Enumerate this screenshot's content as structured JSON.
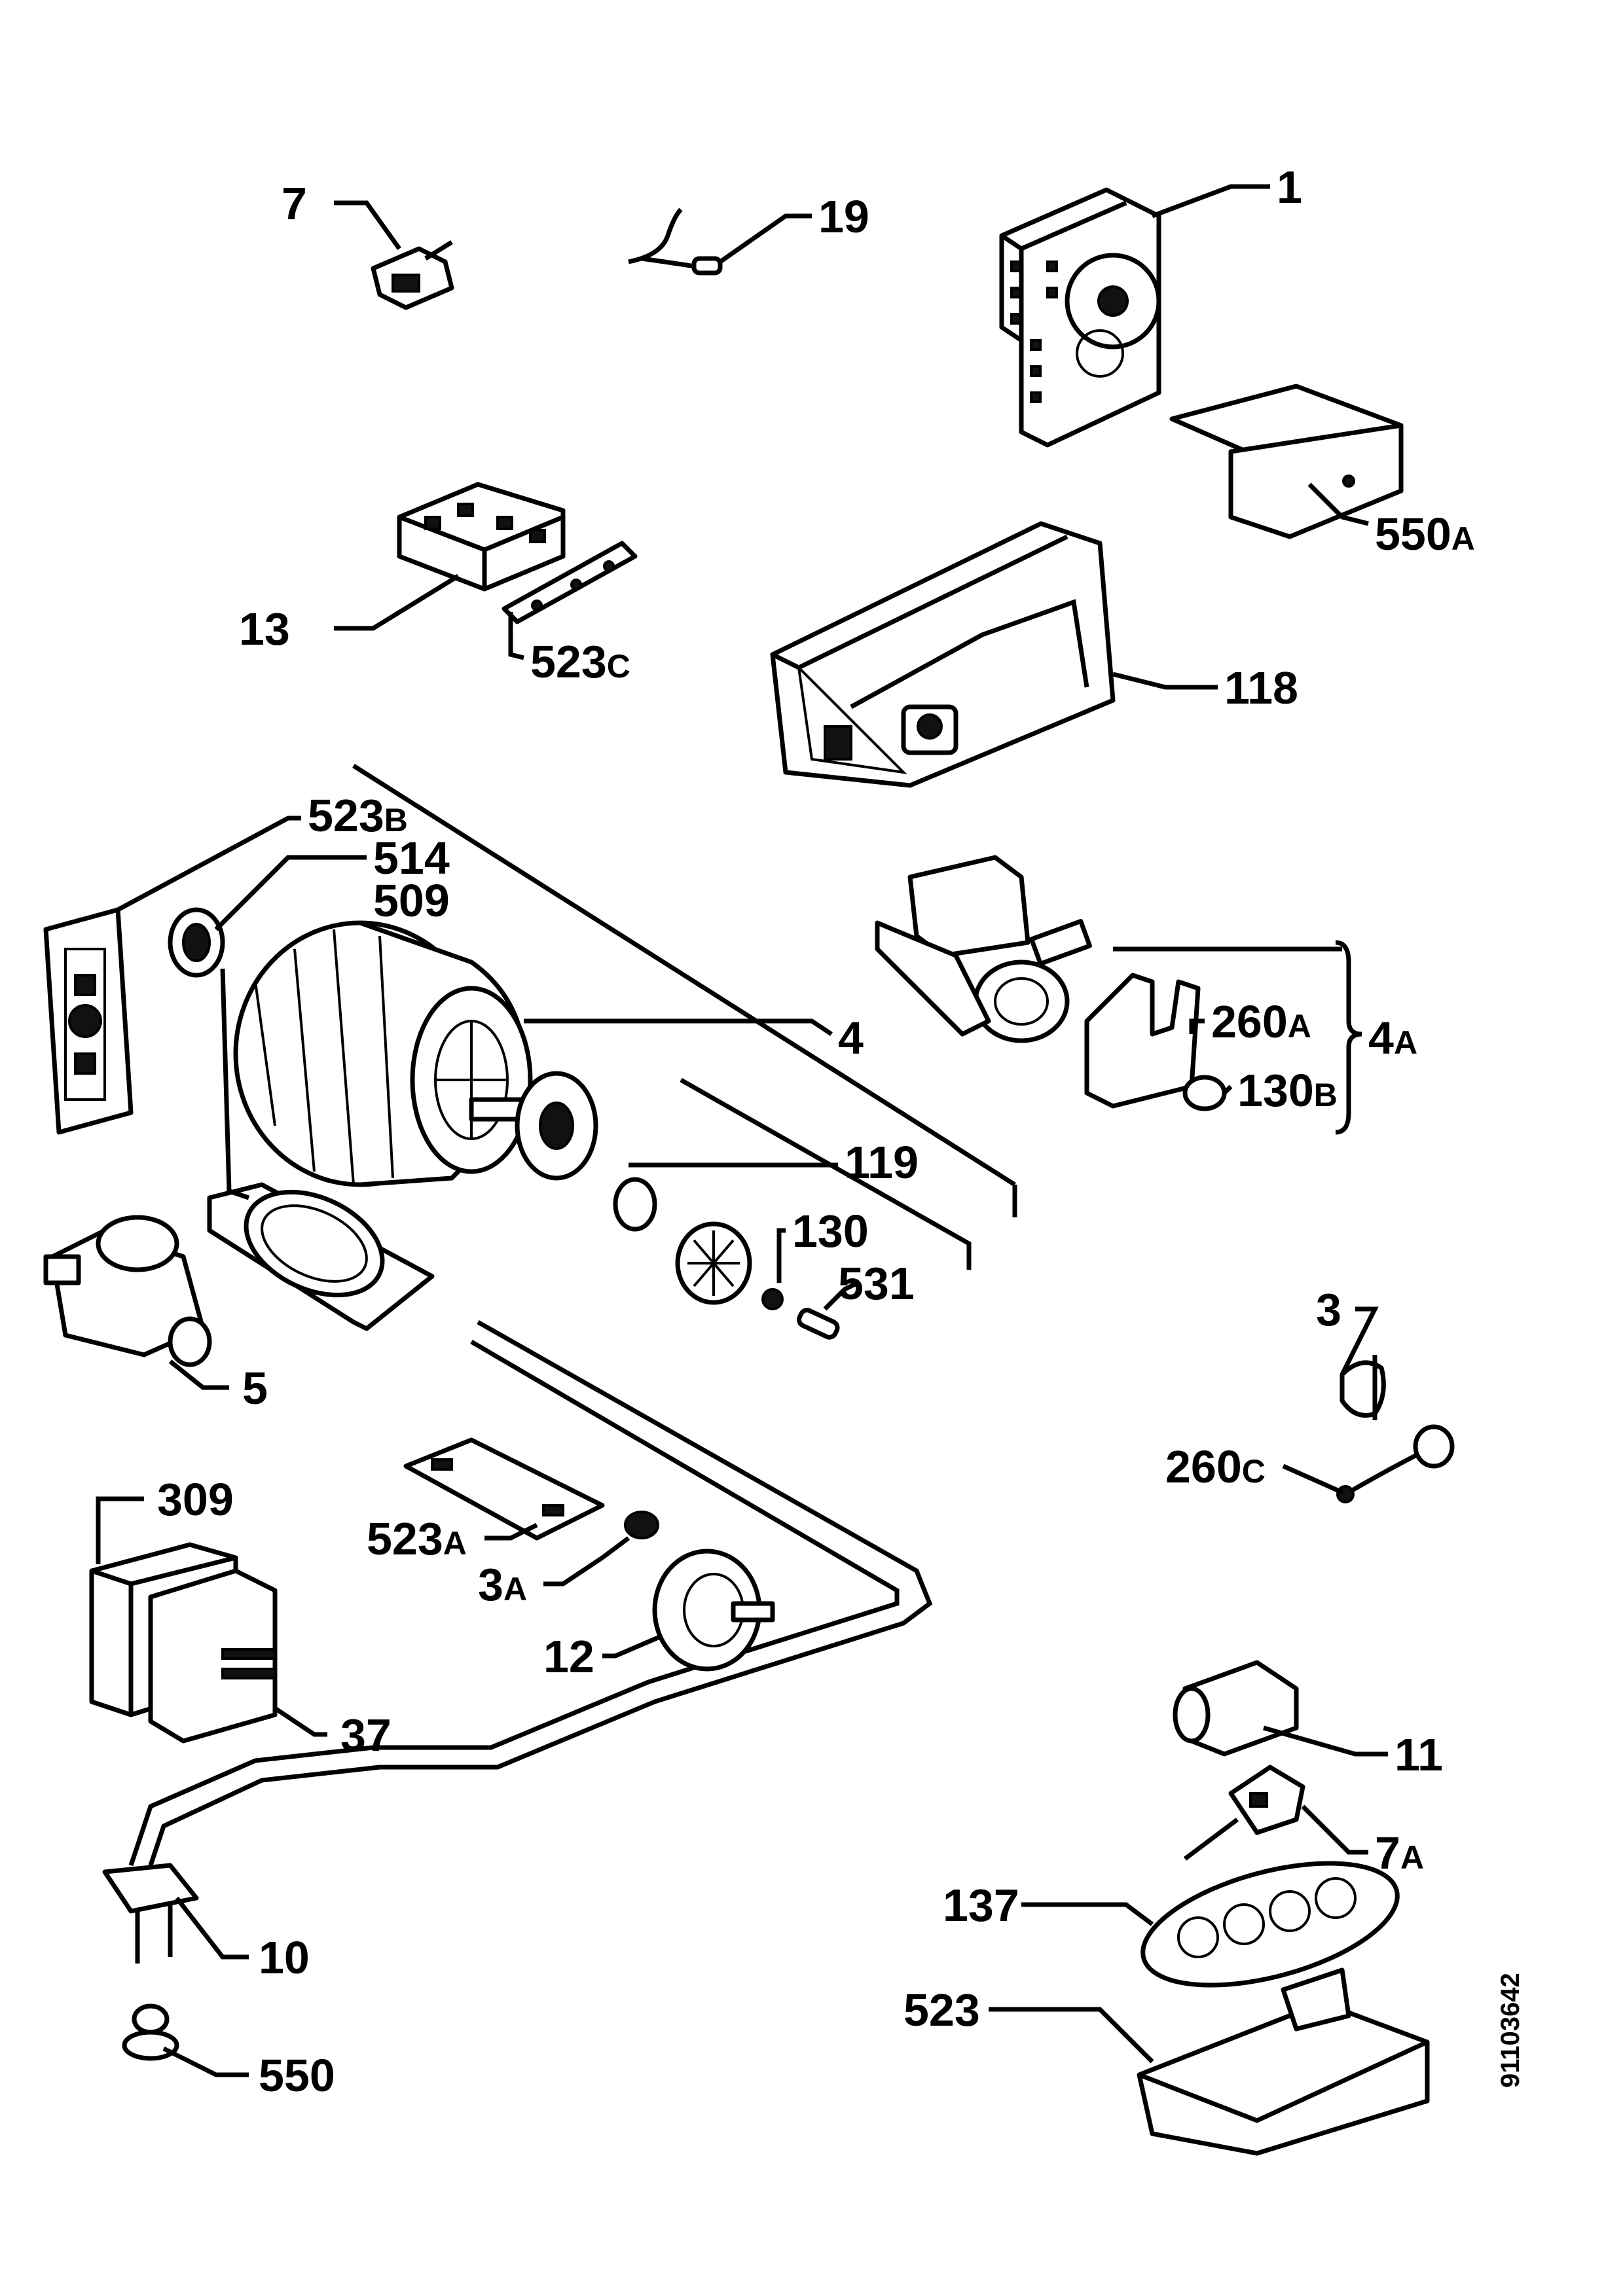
{
  "diagram_code": "91103642",
  "parts": [
    {
      "key": "p1",
      "num": "1"
    },
    {
      "key": "p7",
      "num": "7"
    },
    {
      "key": "p19",
      "num": "19"
    },
    {
      "key": "p550A",
      "num": "550",
      "suffix": "A"
    },
    {
      "key": "p13",
      "num": "13"
    },
    {
      "key": "p523C",
      "num": "523",
      "suffix": "C"
    },
    {
      "key": "p118",
      "num": "118"
    },
    {
      "key": "p523B",
      "num": "523",
      "suffix": "B"
    },
    {
      "key": "p514",
      "num": "514"
    },
    {
      "key": "p509",
      "num": "509"
    },
    {
      "key": "p4",
      "num": "4"
    },
    {
      "key": "p260A",
      "num": "260",
      "suffix": "A"
    },
    {
      "key": "p4A",
      "num": "4",
      "suffix": "A"
    },
    {
      "key": "p130B",
      "num": "130",
      "suffix": "B"
    },
    {
      "key": "p119",
      "num": "119"
    },
    {
      "key": "p130",
      "num": "130"
    },
    {
      "key": "p531",
      "num": "531"
    },
    {
      "key": "p5",
      "num": "5"
    },
    {
      "key": "p3",
      "num": "3"
    },
    {
      "key": "p260C",
      "num": "260",
      "suffix": "C"
    },
    {
      "key": "p309",
      "num": "309"
    },
    {
      "key": "p523A",
      "num": "523",
      "suffix": "A"
    },
    {
      "key": "p3A",
      "num": "3",
      "suffix": "A"
    },
    {
      "key": "p12",
      "num": "12"
    },
    {
      "key": "p37",
      "num": "37"
    },
    {
      "key": "p11",
      "num": "11"
    },
    {
      "key": "p7A",
      "num": "7",
      "suffix": "A"
    },
    {
      "key": "p137",
      "num": "137"
    },
    {
      "key": "p10",
      "num": "10"
    },
    {
      "key": "p523",
      "num": "523"
    },
    {
      "key": "p550",
      "num": "550"
    }
  ]
}
